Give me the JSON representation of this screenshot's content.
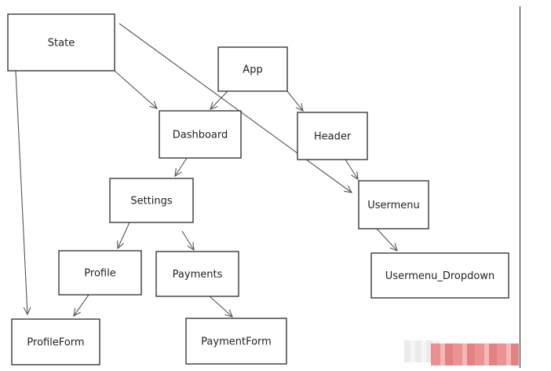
{
  "diagram": {
    "nodes": [
      {
        "id": "state",
        "label": "State"
      },
      {
        "id": "app",
        "label": "App"
      },
      {
        "id": "dashboard",
        "label": "Dashboard"
      },
      {
        "id": "header",
        "label": "Header"
      },
      {
        "id": "settings",
        "label": "Settings"
      },
      {
        "id": "usermenu",
        "label": "Usermenu"
      },
      {
        "id": "profile",
        "label": "Profile"
      },
      {
        "id": "payments",
        "label": "Payments"
      },
      {
        "id": "usermenu_dropdown",
        "label": "Usermenu_Dropdown"
      },
      {
        "id": "profileform",
        "label": "ProfileForm"
      },
      {
        "id": "paymentform",
        "label": "PaymentForm"
      }
    ],
    "edges": [
      {
        "from": "state",
        "to": "dashboard"
      },
      {
        "from": "state",
        "to": "usermenu"
      },
      {
        "from": "state",
        "to": "profileform"
      },
      {
        "from": "app",
        "to": "dashboard"
      },
      {
        "from": "app",
        "to": "header"
      },
      {
        "from": "dashboard",
        "to": "settings"
      },
      {
        "from": "header",
        "to": "usermenu"
      },
      {
        "from": "settings",
        "to": "profile"
      },
      {
        "from": "settings",
        "to": "payments"
      },
      {
        "from": "usermenu",
        "to": "usermenu_dropdown"
      },
      {
        "from": "profile",
        "to": "profileform"
      },
      {
        "from": "payments",
        "to": "paymentform"
      }
    ]
  },
  "watermark": {
    "icon": "watermark-image"
  }
}
